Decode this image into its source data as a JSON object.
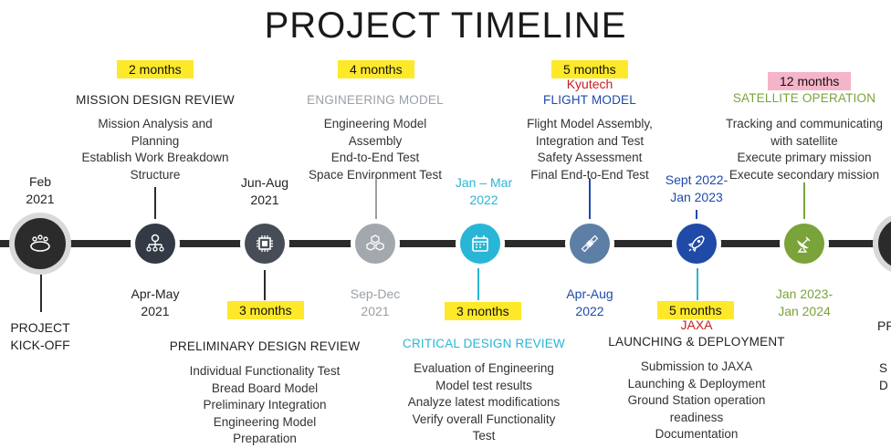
{
  "title": "PROJECT TIMELINE",
  "colors": {
    "dark": "#2b2b2b",
    "grey": "#9aa0a6",
    "cyan": "#29b6d6",
    "blue": "#1f4aa8",
    "green": "#7aa339",
    "highlight_yellow": "#fde92a",
    "highlight_pink": "#f5b4c7",
    "red": "#c62020"
  },
  "milestones": [
    {
      "date_line1": "Feb",
      "date_line2": "2021",
      "label_line1": "PROJECT",
      "label_line2": "KICK-OFF",
      "icon": "group-meeting-icon"
    },
    {
      "date_line1": "Apr-May",
      "date_line2": "2021",
      "duration": "2 months",
      "phase": "MISSION DESIGN REVIEW",
      "tasks": [
        "Mission Analysis and",
        "Planning",
        "Establish Work Breakdown",
        "Structure"
      ],
      "icon": "hierarchy-icon"
    },
    {
      "date_line1": "Jun-Aug",
      "date_line2": "2021",
      "duration": "3 months",
      "phase": "PRELIMINARY DESIGN REVIEW",
      "tasks": [
        "Individual Functionality Test",
        "Bread Board Model",
        "Preliminary Integration",
        "Engineering Model",
        "Preparation"
      ],
      "icon": "chip-icon"
    },
    {
      "date_line1": "Sep-Dec",
      "date_line2": "2021",
      "duration": "4 months",
      "phase": "ENGINEERING MODEL",
      "tasks": [
        "Engineering Model",
        "Assembly",
        "End-to-End Test",
        "Space Environment Test"
      ],
      "icon": "cubes-icon"
    },
    {
      "date_line1": "Jan – Mar",
      "date_line2": "2022",
      "duration": "3 months",
      "phase": "CRITICAL DESIGN REVIEW",
      "tasks": [
        "Evaluation of Engineering",
        "Model test results",
        "Analyze latest modifications",
        "Verify overall Functionality",
        "Test"
      ],
      "icon": "calendar-icon"
    },
    {
      "date_line1": "Apr-Aug",
      "date_line2": "2022",
      "duration": "5 months",
      "organization": "Kyutech",
      "phase": "FLIGHT MODEL",
      "tasks": [
        "Flight Model Assembly,",
        "Integration and Test",
        "Safety Assessment",
        "Final End-to-End Test"
      ],
      "icon": "satellite-icon"
    },
    {
      "date_line1": "Sept 2022-",
      "date_line2": "Jan 2023",
      "duration": "5 months",
      "organization": "JAXA",
      "phase": "LAUNCHING & DEPLOYMENT",
      "tasks": [
        "Submission to JAXA",
        "Launching & Deployment",
        "Ground Station operation",
        "readiness",
        "Documentation"
      ],
      "icon": "rocket-icon"
    },
    {
      "date_line1": "Jan 2023-",
      "date_line2": "Jan 2024",
      "duration": "12 months",
      "phase": "SATELLITE OPERATION",
      "tasks": [
        "Tracking and communicating",
        "with satellite",
        "Execute primary mission",
        "Execute secondary mission"
      ],
      "icon": "satellite-dish-icon"
    },
    {
      "label_partial": "PR",
      "tasks_partial": [
        "S",
        "D"
      ],
      "icon": "partial-node-icon"
    }
  ]
}
